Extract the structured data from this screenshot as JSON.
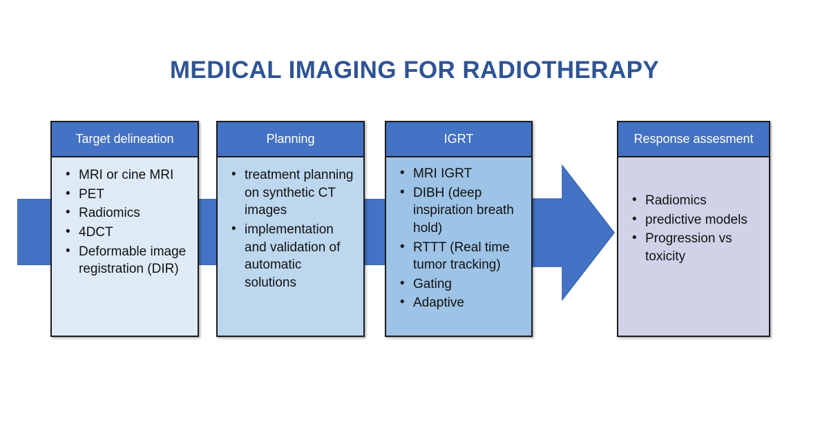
{
  "title": "MEDICAL IMAGING FOR RADIOTHERAPY",
  "colors": {
    "title_blue": "#2E5496",
    "header_blue": "#4472C4",
    "arrow_blue": "#4472C4",
    "body_target": "#DEEAF6",
    "body_planning": "#BDD7EE",
    "body_igrt": "#9DC3E6",
    "body_response": "#D0D3E8",
    "outline": "#1a1a1a",
    "background": "#FFFFFF"
  },
  "boxes": [
    {
      "id": "target-delineation",
      "header": "Target delineation",
      "items": [
        "MRI or cine MRI",
        "PET",
        "Radiomics",
        "4DCT",
        "Deformable image registration (DIR)"
      ]
    },
    {
      "id": "planning",
      "header": "Planning",
      "items": [
        "treatment planning on synthetic CT images",
        "implementation and validation of automatic solutions"
      ]
    },
    {
      "id": "igrt",
      "header": "IGRT",
      "items": [
        "MRI IGRT",
        "DIBH (deep inspiration breath hold)",
        "RTTT (Real time tumor tracking)",
        "Gating",
        "Adaptive"
      ]
    },
    {
      "id": "response-assesment",
      "header": "Response assesment",
      "items": [
        "Radiomics",
        "predictive models",
        "Progression vs toxicity"
      ]
    }
  ],
  "connectors": [
    {
      "id": "entry-stub",
      "shape": "bar"
    },
    {
      "id": "target-to-planning",
      "shape": "bar"
    },
    {
      "id": "planning-to-igrt",
      "shape": "bar"
    },
    {
      "id": "igrt-to-response",
      "shape": "block-arrow-right"
    }
  ]
}
